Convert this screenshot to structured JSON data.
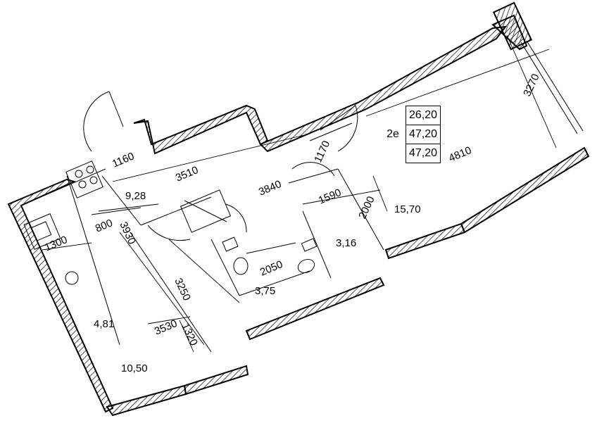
{
  "legend": {
    "apartment": "2е",
    "areas": [
      "26,20",
      "47,20",
      "47,20"
    ]
  },
  "dimensions": [
    "1160",
    "3510",
    "3840",
    "1170",
    "4810",
    "3270",
    "1590",
    "2000",
    "800",
    "3930",
    "1300",
    "3250",
    "2050",
    "3530",
    "1320"
  ],
  "room_areas": [
    "9,28",
    "15,70",
    "3,16",
    "3,75",
    "4,81",
    "10,50"
  ]
}
